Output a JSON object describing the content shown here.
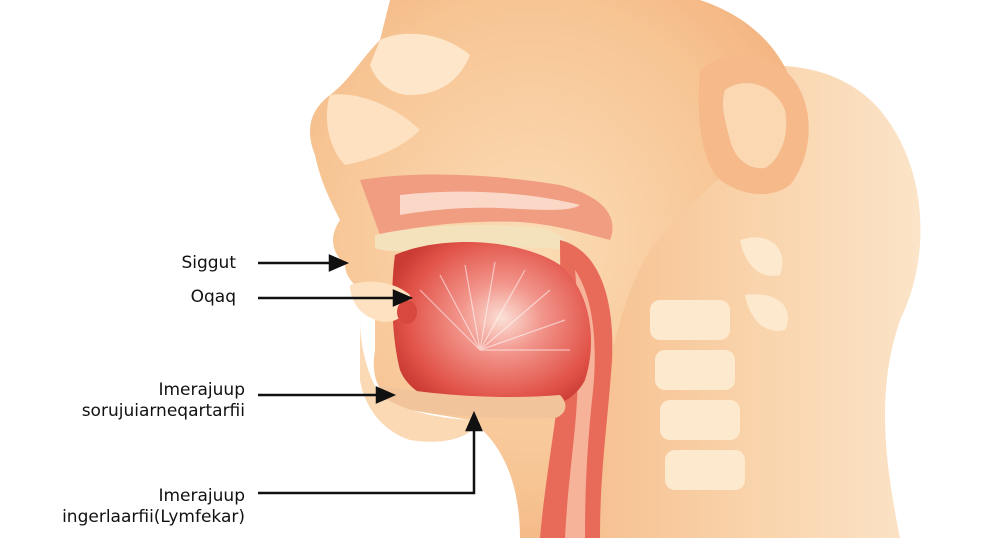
{
  "labels": {
    "siggut": "Siggut",
    "oqaq": "Oqaq",
    "salivary": {
      "line1": "Imerajuup",
      "line2": "sorujuiarneqartarfii"
    },
    "lymph": {
      "line1": "Imerajuup",
      "line2": "ingerlaarfii(Lymfekar)"
    }
  },
  "colors": {
    "skin_light": "#fde9cd",
    "skin_mid": "#f7c89a",
    "skin_dark": "#f0a777",
    "tissue_red": "#e4564a",
    "tissue_pink": "#f2a08f",
    "teeth": "#f4e2bc",
    "arrow": "#111111"
  }
}
